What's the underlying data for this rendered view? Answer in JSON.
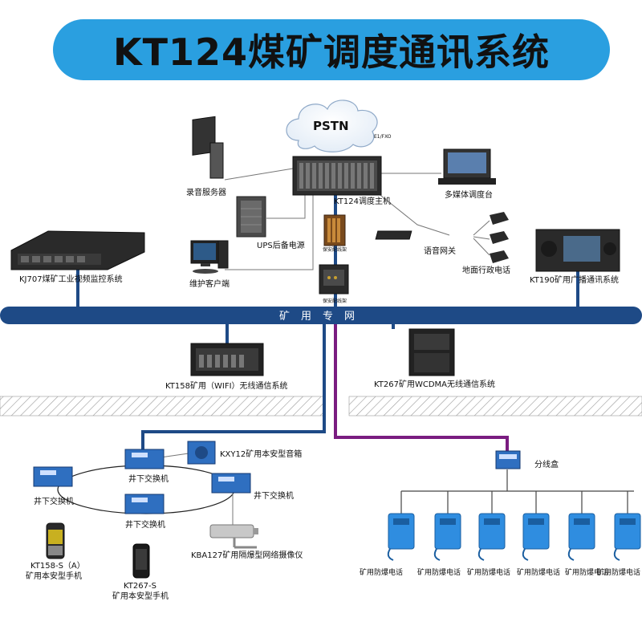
{
  "title": "KT124煤矿调度通讯系统",
  "pstn": {
    "label": "PSTN",
    "link": "E1/FXO"
  },
  "devices": {
    "host": "KT124调度主机",
    "recorder": "录音服务器",
    "ups": "UPS后备电源",
    "maint": "维护客户端",
    "multimedia": "多媒体调度台",
    "gateway": "语音网关",
    "office_phone": "地面行政电话",
    "kj707": "KJ707煤矿工业视频监控系统",
    "kt190": "KT190矿用广播通讯系统",
    "protect1": "保安配线架",
    "protect2": "保安配线架",
    "kt158_wifi": "KT158矿用（WIFI）无线通信系统",
    "kt267_wcdma": "KT267矿用WCDMA无线通信系统",
    "kxy12": "KXY12矿用本安型音箱",
    "sw1": "井下交换机",
    "sw2": "井下交换机",
    "sw3": "井下交换机",
    "sw4": "井下交换机",
    "kba127": "KBA127矿用隔爆型网络摄像仪",
    "kt158s_model": "KT158-S（A）",
    "kt158s_desc": "矿用本安型手机",
    "kt267s_model": "KT267-S",
    "kt267s_desc": "矿用本安型手机",
    "splitter": "分线盒"
  },
  "bus": {
    "label": "矿用专网"
  },
  "phones": [
    "矿用防爆电话",
    "矿用防爆电话",
    "矿用防爆电话",
    "矿用防爆电话",
    "矿用防爆电话",
    "矿用防爆电话"
  ],
  "colors": {
    "title_bg": "#2a9fe0",
    "bus": "#1e4a86",
    "purple": "#7a1c80",
    "device_blue": "#2f6fc0",
    "phone_blue": "#2f8de0"
  }
}
